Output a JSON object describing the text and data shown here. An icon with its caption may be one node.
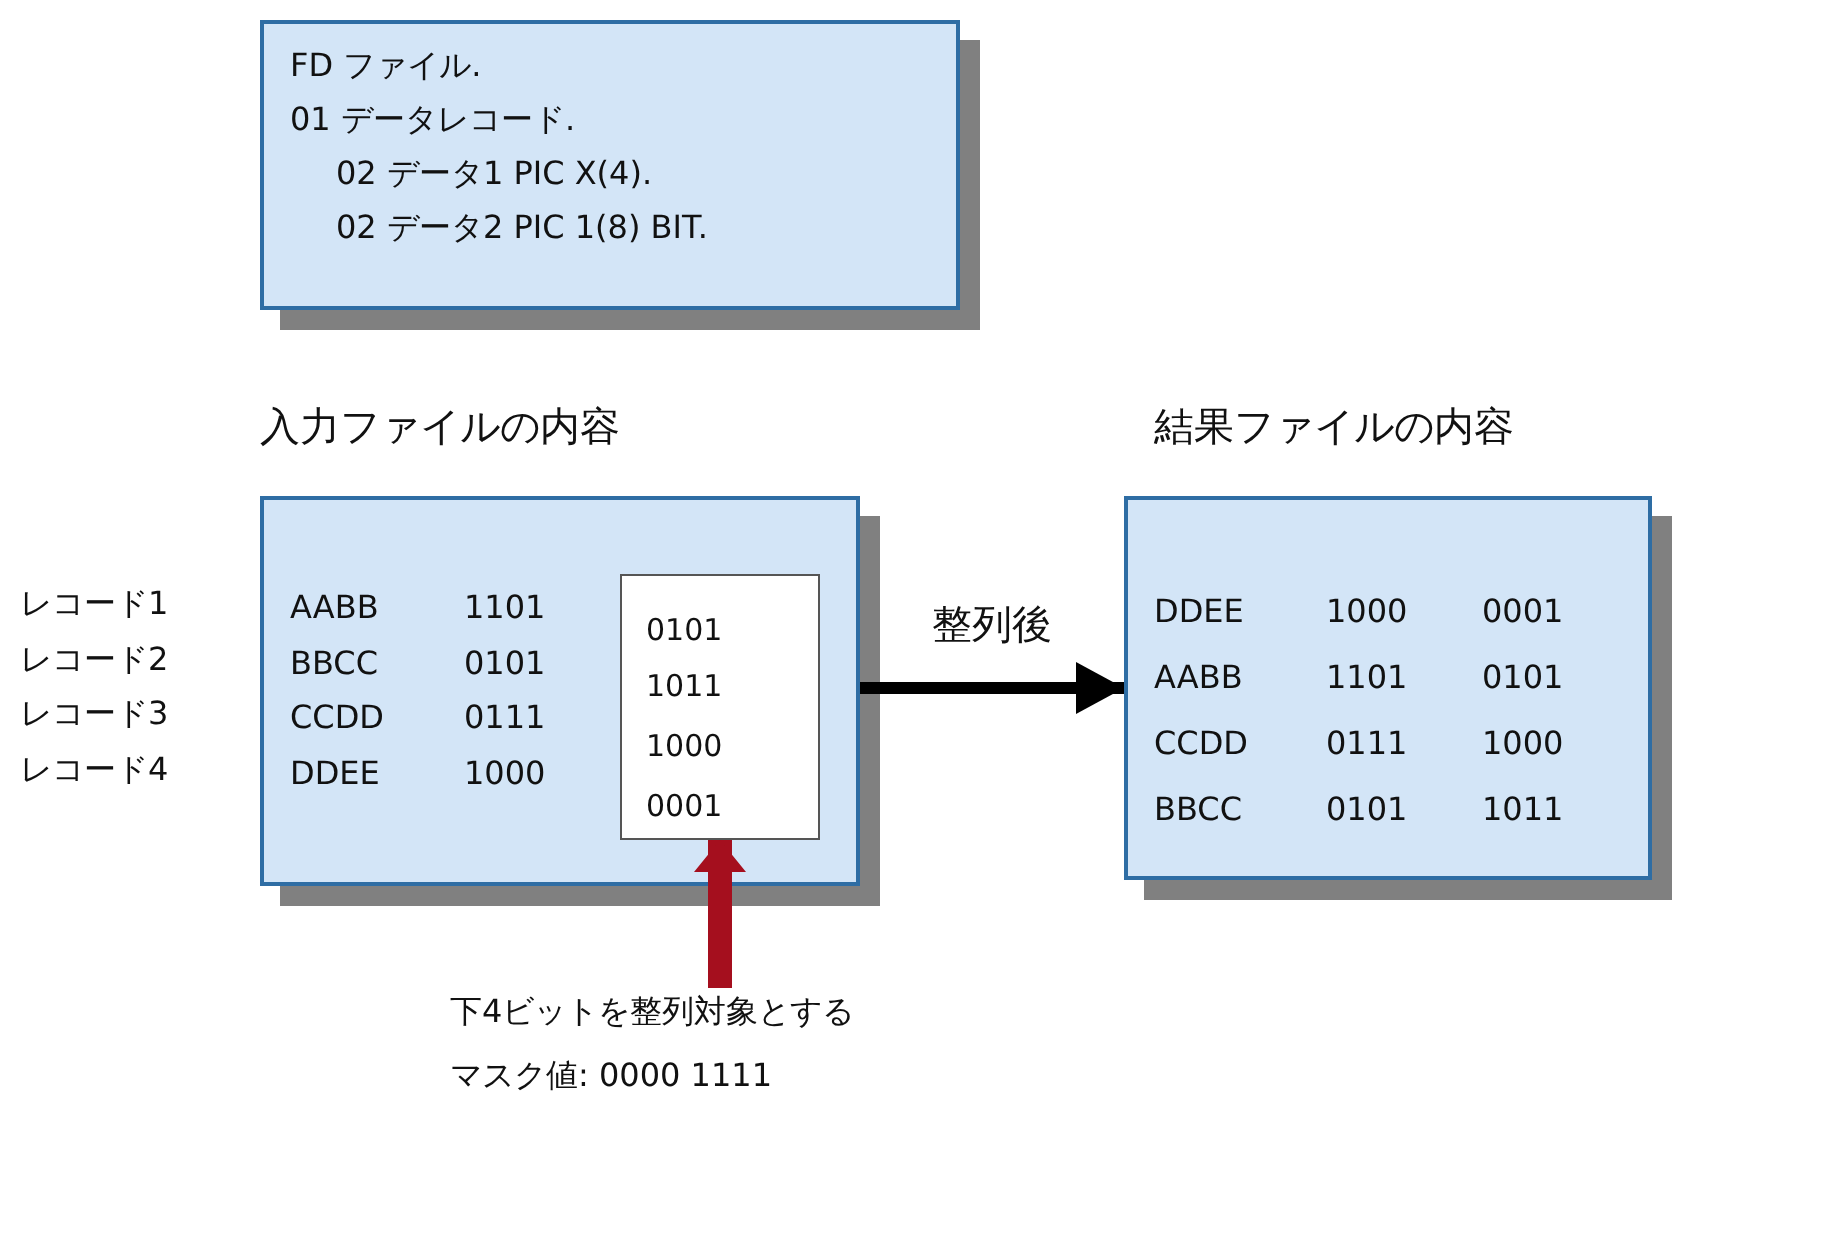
{
  "diagram": {
    "nodes": [
      {
        "text": [
          "FD ファイル.",
          "01 データレコード.",
          "02 データ1 PIC X(4).",
          "02 データ2 PIC 1(8) BIT."
        ]
      },
      {
        "text": [
          "入力ファイルの内容",
          "AABB",
          "1101",
          "BBCC",
          "0101",
          "CCDD",
          "0111",
          "DDEE",
          "1000"
        ]
      },
      {
        "text": [
          "0101",
          "1011",
          "1000",
          "0001"
        ],
        "in": 1
      },
      {
        "text": [
          "結果ファイルの内容",
          "DDEE",
          "1000",
          "0001",
          "AABB",
          "1101",
          "0101",
          "CCDD",
          "0111",
          "1000",
          "BBCC",
          "0101",
          "1011"
        ]
      },
      {
        "text": [
          "下4ビットを整列対象とする",
          "マスク値: 0000 1111"
        ]
      }
    ],
    "edges": [
      {
        "from": 1,
        "to": 3,
        "arrow": "to",
        "label": "整列後"
      },
      {
        "from": 4,
        "to": 2,
        "arrow": "to",
        "style": "thick",
        "color": "#a50f1e"
      }
    ],
    "labels": [
      "レコード1",
      "レコード2",
      "レコード3",
      "レコード4"
    ]
  }
}
